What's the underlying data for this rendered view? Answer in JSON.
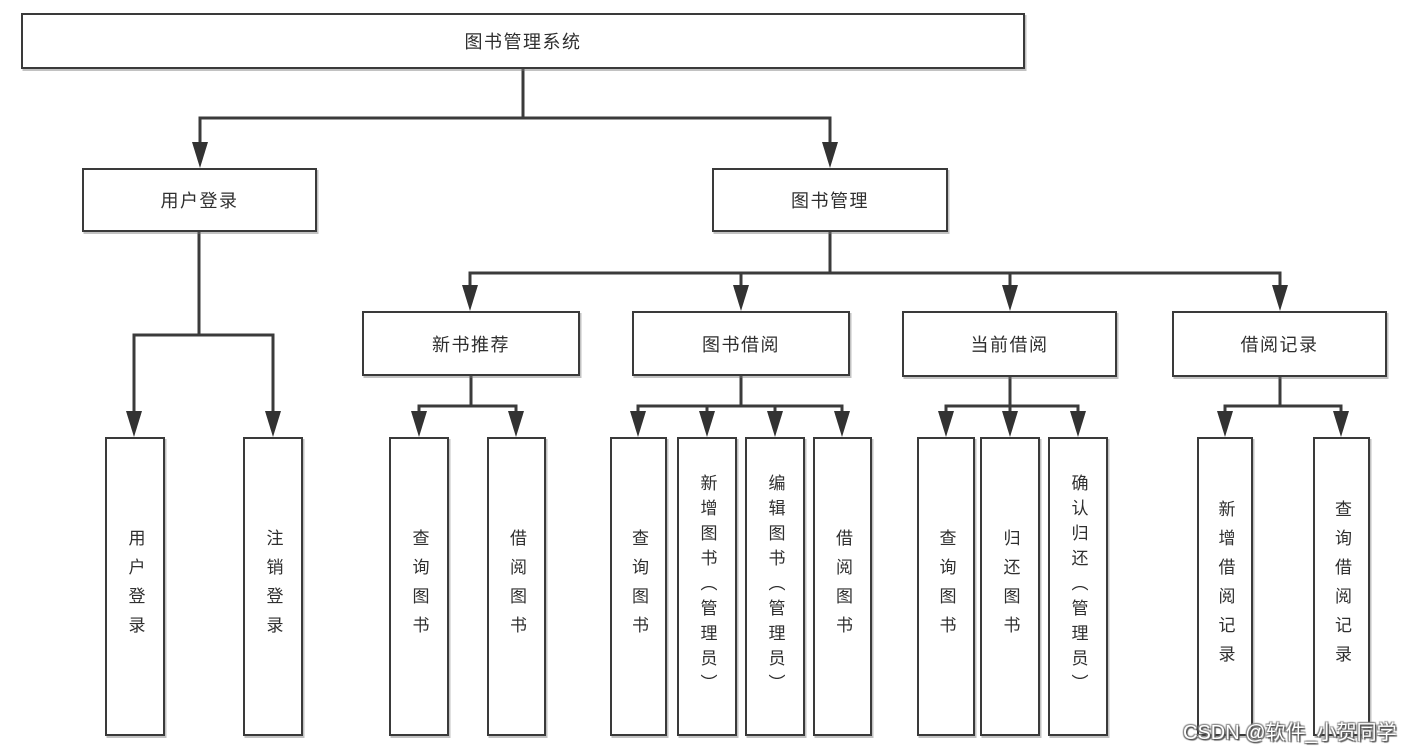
{
  "tree": {
    "label": "图书管理系统",
    "children": [
      {
        "label": "用户登录",
        "children": [
          {
            "label": "用户登录"
          },
          {
            "label": "注销登录"
          }
        ]
      },
      {
        "label": "图书管理",
        "children": [
          {
            "label": "新书推荐",
            "children": [
              {
                "label": "查询图书"
              },
              {
                "label": "借阅图书"
              }
            ]
          },
          {
            "label": "图书借阅",
            "children": [
              {
                "label": "查询图书"
              },
              {
                "label": "新增图书（管理员）"
              },
              {
                "label": "编辑图书（管理员）"
              },
              {
                "label": "借阅图书"
              }
            ]
          },
          {
            "label": "当前借阅",
            "children": [
              {
                "label": "查询图书"
              },
              {
                "label": "归还图书"
              },
              {
                "label": "确认归还（管理员）"
              }
            ]
          },
          {
            "label": "借阅记录",
            "children": [
              {
                "label": "新增借阅记录"
              },
              {
                "label": "查询借阅记录"
              }
            ]
          }
        ]
      }
    ]
  },
  "watermark": {
    "text": "CSDN @软件_小贺同学"
  },
  "colors": {
    "line": "#3b3b3b",
    "box_border": "#3a3a3a",
    "text": "#2f2f2f",
    "background": "#ffffff",
    "watermark_text": "#ffffff",
    "watermark_shadow": "#4d4d4d"
  }
}
